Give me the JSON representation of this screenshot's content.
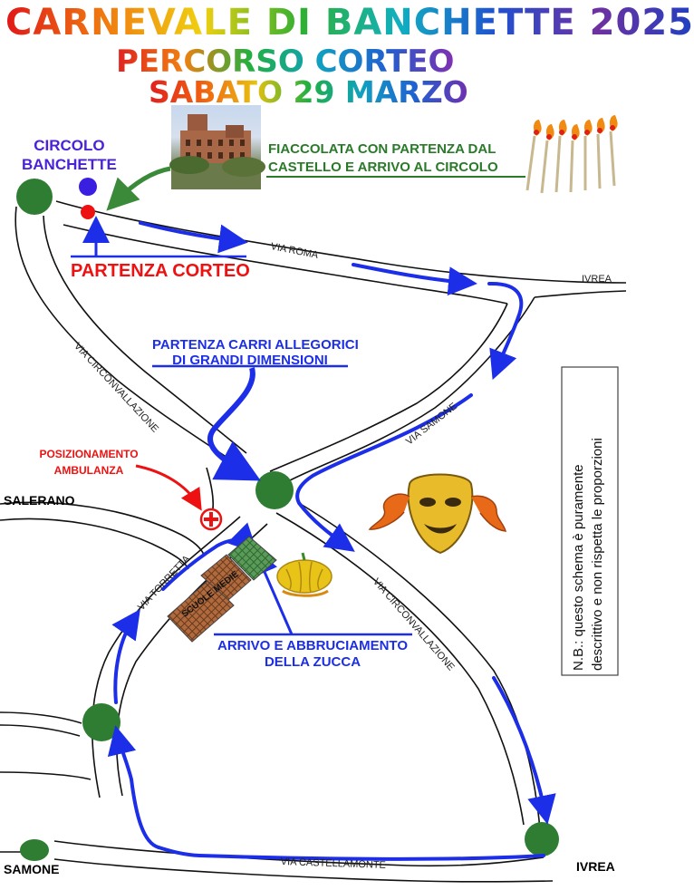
{
  "title": {
    "line1": "CARNEVALE DI BANCHETTE 2025",
    "line2": "PERCORSO CORTEO",
    "line3": "SABATO 29 MARZO"
  },
  "labels": {
    "circolo": "CIRCOLO\nBANCHETTE",
    "fiaccolata_line1": "FIACCOLATA CON PARTENZA DAL",
    "fiaccolata_line2": "CASTELLO E ARRIVO AL CIRCOLO",
    "partenza_corteo": "PARTENZA CORTEO",
    "partenza_carri_line1": "PARTENZA CARRI ALLEGORICI",
    "partenza_carri_line2": "DI GRANDI DIMENSIONI",
    "ambulanza_line1": "POSIZIONAMENTO",
    "ambulanza_line2": "AMBULANZA",
    "arrivo_line1": "ARRIVO E ABBRUCIAMENTO",
    "arrivo_line2": "DELLA ZUCCA",
    "scuole_medie": "SCUOLE MEDIE"
  },
  "roads": {
    "via_roma": "VIA ROMA",
    "via_circonvallazione_left": "VIA CIRCONVALLAZIONE",
    "via_circonvallazione_right": "VIA CIRCONVALLAZIONE",
    "via_samone": "VIA SAMONE",
    "via_torretta": "VIA TORRETTA",
    "via_castellamonte": "VIA CASTELLAMONTE"
  },
  "towns": {
    "ivrea_top": "IVREA",
    "salerano": "SALERANO",
    "samone": "SAMONE",
    "ivrea_bottom": "IVREA"
  },
  "note": {
    "line1": "N.B.: questo schema è puramente",
    "line2": "descrittivo e non rispetta le proporzioni"
  },
  "colors": {
    "route": "#1c2ee8",
    "roundabout": "#2e7d32",
    "torch_route": "#2a8a2a",
    "accent_red": "#ee1111",
    "circolo_marker": "#3a1fe0"
  },
  "icons": {
    "castle": "castle-photo",
    "torches": "torches-icon",
    "mask": "carnival-mask-icon",
    "pumpkin": "pumpkin-icon",
    "ambulance": "red-cross-icon"
  }
}
